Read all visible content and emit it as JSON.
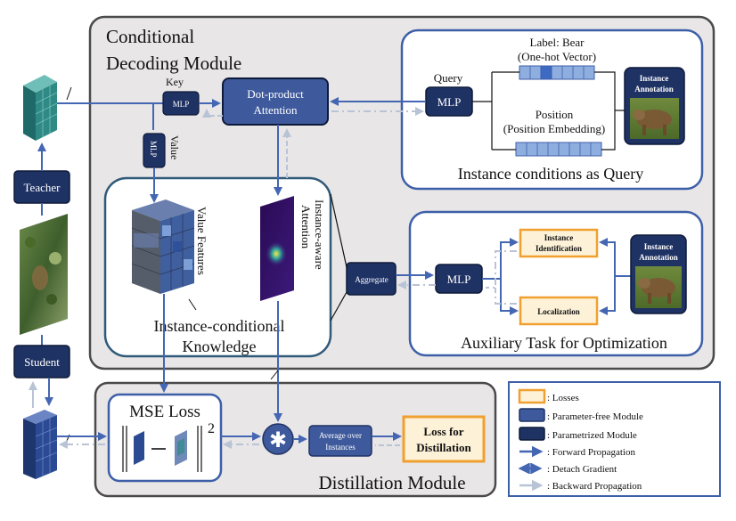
{
  "colors": {
    "module_border": "#4a4a4a",
    "module_fill": "#e8e6e6",
    "panel_border": "#3d5fa8",
    "dark_box": "#1f3264",
    "mid_box": "#3e5a9c",
    "forward_arrow": "#4466b3",
    "backward_arrow": "#b9c3d6",
    "loss_border": "#f0a030",
    "loss_fill": "#fdf2d8",
    "feature_teal": "#2f8a86",
    "feature_blue": "#3a5a9a"
  },
  "conditional_module": {
    "title_line1": "Conditional",
    "title_line2": "Decoding Module"
  },
  "key_label": "Key",
  "value_label": "Value",
  "mlp_key": "MLP",
  "mlp_value": "MLP",
  "dot_product": {
    "line1": "Dot-product",
    "line2": "Attention"
  },
  "instance_conditions": {
    "title": "Instance conditions as Query",
    "query_label": "Query",
    "mlp": "MLP",
    "label_line1": "Label: Bear",
    "label_line2": "(One-hot Vector)",
    "position_line1": "Position",
    "position_line2": "(Position Embedding)",
    "annotation_line1": "Instance",
    "annotation_line2": "Annotation"
  },
  "knowledge": {
    "value_features": "Value Features",
    "attention_line1": "Instance-aware",
    "attention_line2": "Attention",
    "title_line1": "Instance-conditional",
    "title_line2": "Knowledge"
  },
  "aggregate": "Aggregate",
  "auxiliary": {
    "title": "Auxiliary Task for Optimization",
    "mlp": "MLP",
    "identification_line1": "Instance",
    "identification_line2": "Identification",
    "localization": "Localization",
    "annotation_line1": "Instance",
    "annotation_line2": "Annotation"
  },
  "teacher": "Teacher",
  "student": "Student",
  "distillation": {
    "title": "Distillation Module",
    "mse_loss": "MSE Loss",
    "exponent": "2",
    "average_line1": "Average over",
    "average_line2": "Instances",
    "loss_line1": "Loss for",
    "loss_line2": "Distillation",
    "multiply_symbol": "✱"
  },
  "legend": {
    "losses": ": Losses",
    "parameter_free": ": Parameter-free Module",
    "parametrized": ": Parametrized Module",
    "forward": ": Forward Propagation",
    "detach": ": Detach Gradient",
    "backward": ": Backward Propagation"
  }
}
